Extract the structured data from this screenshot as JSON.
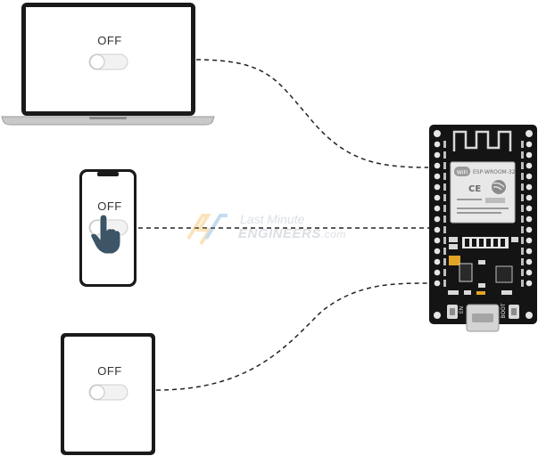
{
  "devices": {
    "laptop": {
      "state_label": "OFF",
      "toggle_on": false
    },
    "phone": {
      "state_label": "OFF",
      "toggle_on": false
    },
    "tablet": {
      "state_label": "OFF",
      "toggle_on": false
    }
  },
  "watermark": {
    "line1": "Last Minute",
    "line2": "ENGINEERS",
    "suffix": ".com"
  },
  "board": {
    "module_name": "ESP-WROOM-32",
    "button_left": "EN",
    "button_right": "BOOT",
    "ce_mark": "CE"
  },
  "colors": {
    "board": "#141414",
    "shield": "#e8e8e8",
    "toggle_track": "#f2f2f2",
    "connection_line": "#222222"
  }
}
